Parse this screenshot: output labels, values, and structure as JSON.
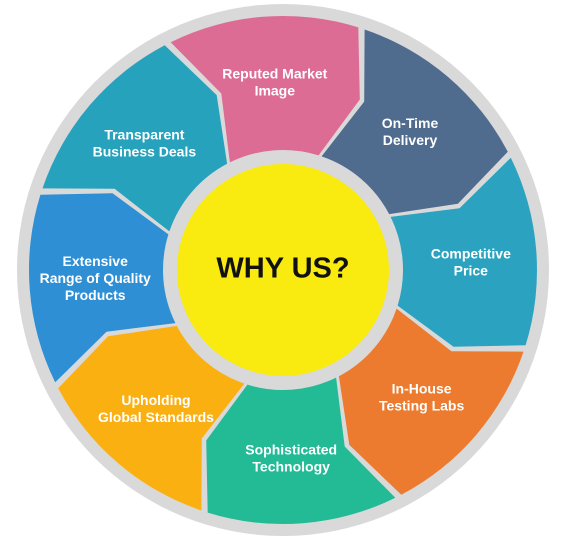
{
  "center": {
    "title": "WHY US?",
    "color": "#f9ea10"
  },
  "ring": {
    "outer_color": "#d9d9d9",
    "gap_color": "#ffffff"
  },
  "segments": [
    {
      "label_lines": [
        "On-Time",
        "Delivery"
      ],
      "color": "#4f6b8e"
    },
    {
      "label_lines": [
        "Competitive",
        "Price"
      ],
      "color": "#2ba3c0"
    },
    {
      "label_lines": [
        "In-House",
        "Testing Labs"
      ],
      "color": "#ec7b2f"
    },
    {
      "label_lines": [
        "Sophisticated",
        "Technology"
      ],
      "color": "#22bb95"
    },
    {
      "label_lines": [
        "Upholding",
        "Global Standards"
      ],
      "color": "#fbb012"
    },
    {
      "label_lines": [
        "Extensive",
        "Range of Quality",
        "Products"
      ],
      "color": "#2e8fd4"
    },
    {
      "label_lines": [
        "Transparent",
        "Business Deals"
      ],
      "color": "#27a2bd"
    },
    {
      "label_lines": [
        "Reputed Market",
        "Image"
      ],
      "color": "#dc6c94"
    }
  ]
}
